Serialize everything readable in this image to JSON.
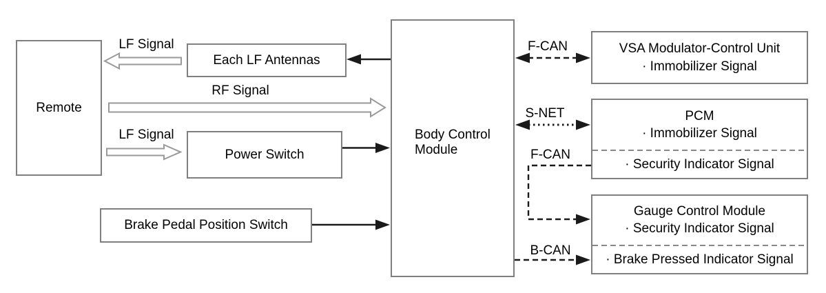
{
  "boxes": {
    "remote": {
      "label": "Remote"
    },
    "antennas": {
      "label": "Each LF Antennas"
    },
    "power": {
      "label": "Power Switch"
    },
    "brake": {
      "label": "Brake Pedal Position Switch"
    },
    "bcm": {
      "label": "Body Control Module"
    },
    "vsa": {
      "title": "VSA Modulator-Control Unit",
      "line1": "· Immobilizer Signal"
    },
    "pcm": {
      "title": "PCM",
      "line1": "· Immobilizer Signal",
      "line2": "· Security Indicator Signal"
    },
    "gauge": {
      "title": "Gauge Control Module",
      "line1": "· Security Indicator Signal",
      "line2": "· Brake Pressed Indicator Signal"
    }
  },
  "signal_labels": {
    "lf_top": "LF Signal",
    "rf": "RF Signal",
    "lf_bottom": "LF Signal",
    "fcan_top": "F-CAN",
    "snet": "S-NET",
    "fcan_branch": "F-CAN",
    "bcan": "B-CAN"
  },
  "connections": [
    {
      "from": "antennas",
      "to": "remote",
      "label": "LF Signal",
      "style": "hollow-arrow"
    },
    {
      "from": "remote",
      "to": "bcm",
      "label": "RF Signal",
      "style": "hollow-arrow"
    },
    {
      "from": "remote",
      "to": "power",
      "label": "LF Signal",
      "style": "hollow-arrow"
    },
    {
      "from": "bcm",
      "to": "antennas",
      "style": "solid-arrow"
    },
    {
      "from": "power",
      "to": "bcm",
      "style": "solid-arrow"
    },
    {
      "from": "brake",
      "to": "bcm",
      "style": "solid-arrow"
    },
    {
      "from": "bcm",
      "to": "vsa",
      "label": "F-CAN",
      "style": "dashed-double-arrow"
    },
    {
      "from": "bcm",
      "to": "pcm",
      "label": "S-NET",
      "style": "dotted-double-arrow"
    },
    {
      "from": "pcm",
      "to": "gauge",
      "label": "F-CAN",
      "style": "dashed-arrow"
    },
    {
      "from": "bcm",
      "to": "gauge",
      "label": "B-CAN",
      "style": "dashed-arrow"
    }
  ],
  "colors": {
    "bg": "#ffffff",
    "text": "#000000",
    "box-border": "#7f7f7f",
    "solid-line": "#1a1a1a",
    "hollow-stroke": "#999999",
    "divider": "#888888"
  }
}
